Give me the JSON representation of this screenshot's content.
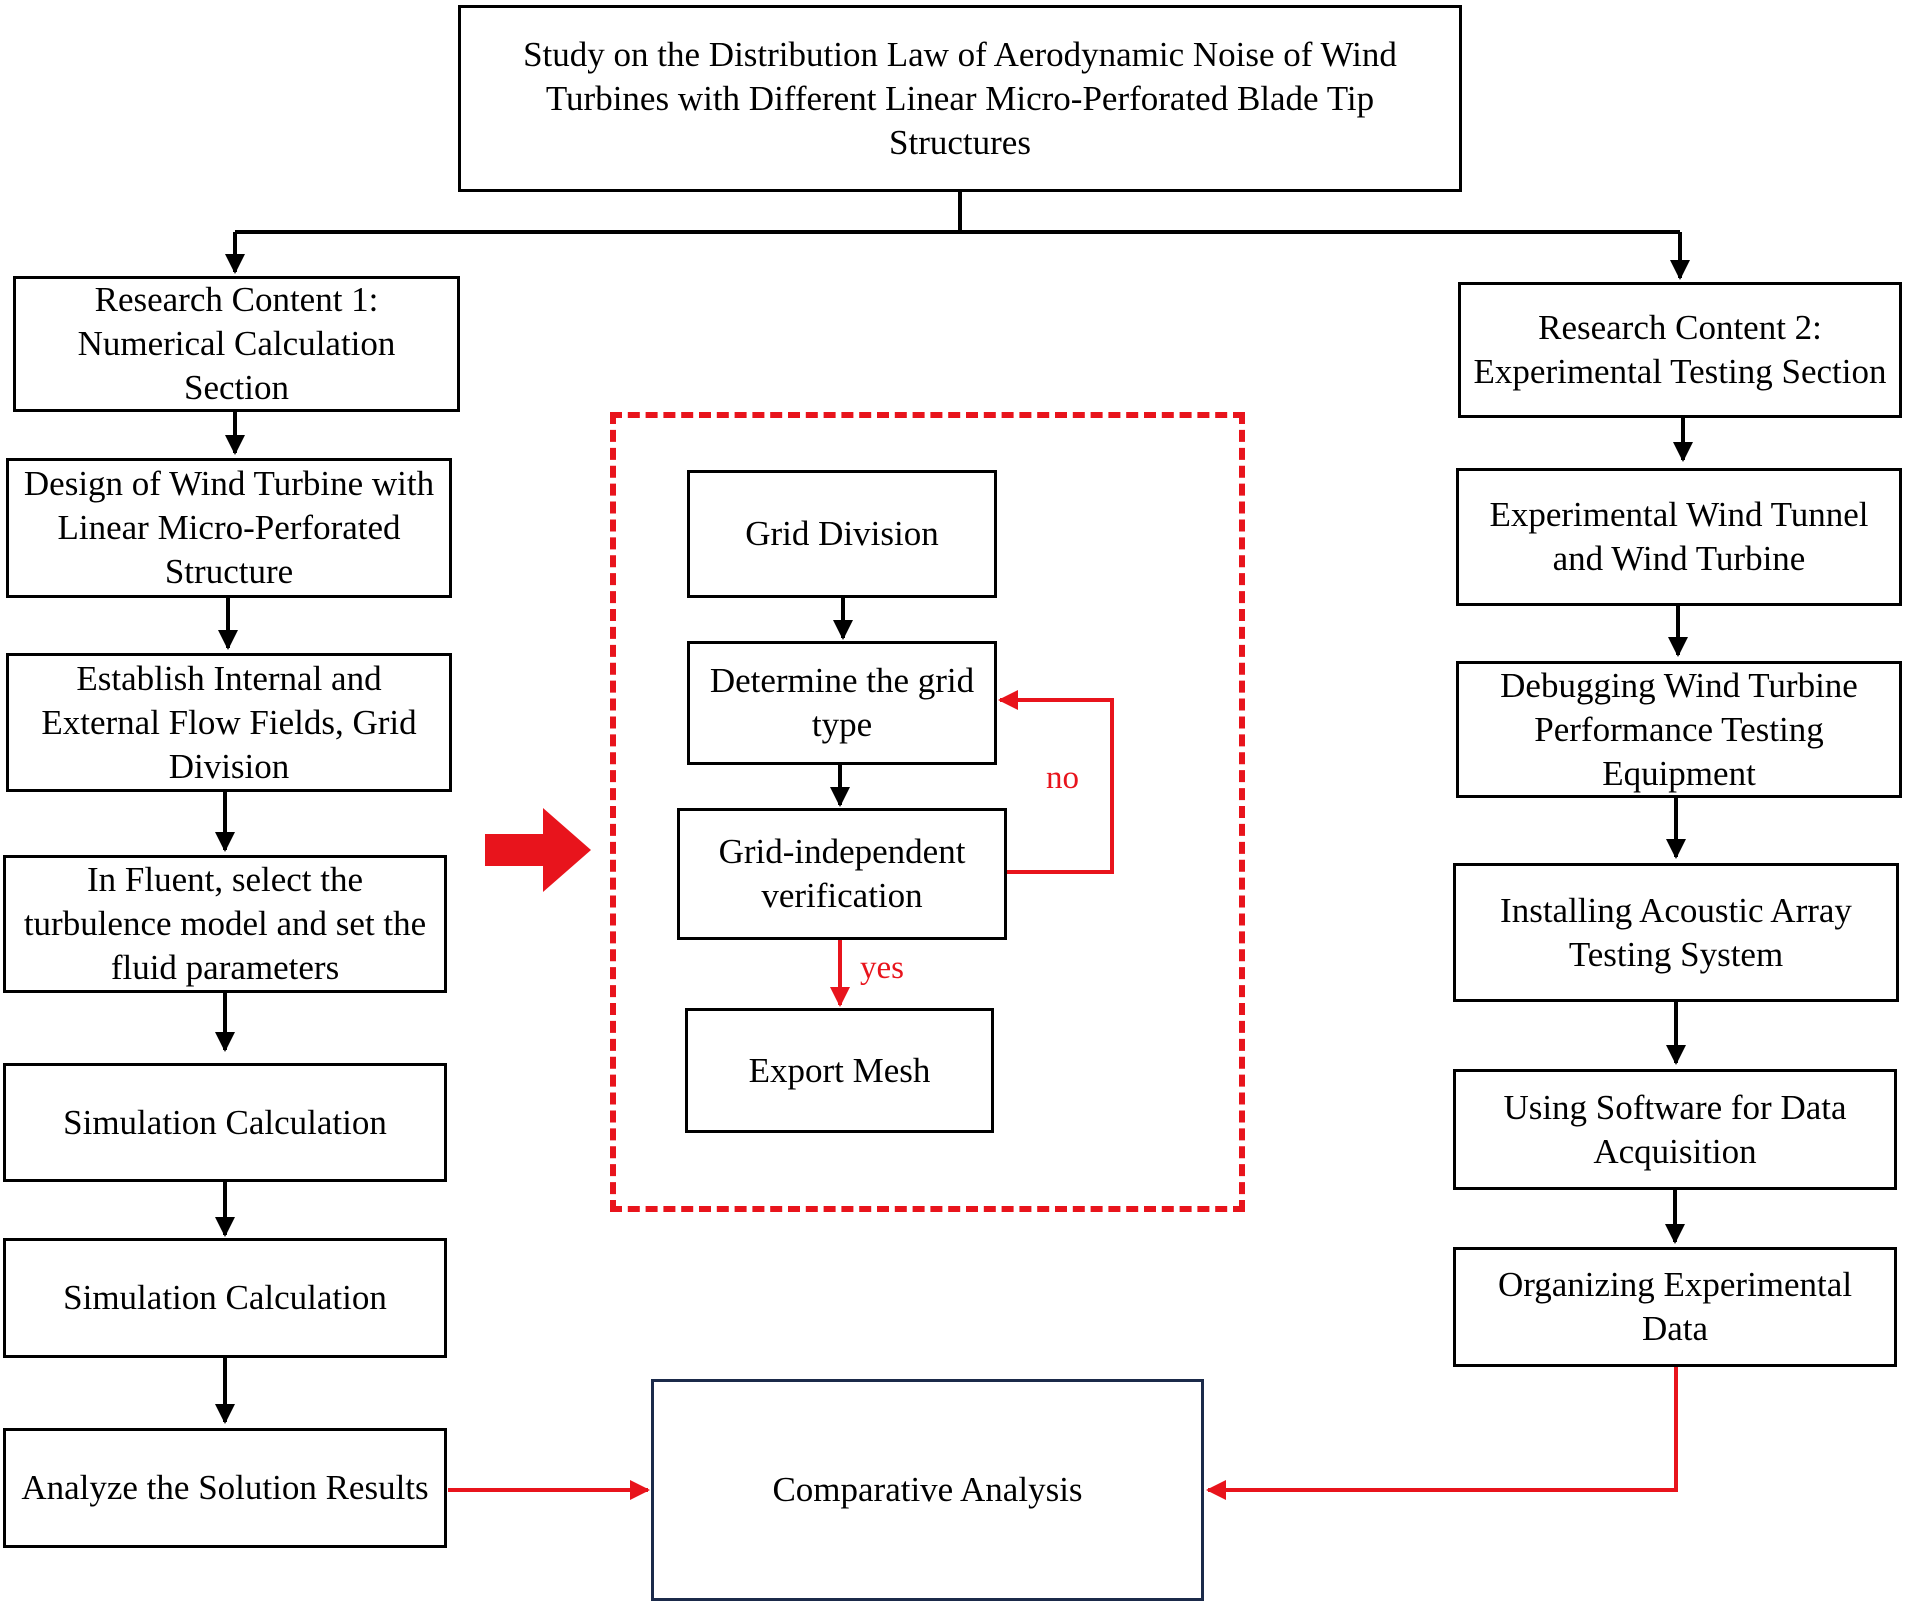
{
  "title": "Study on the Distribution  Law of Aerodynamic Noise of Wind Turbines with Different Linear Micro-Perforated Blade Tip Structures",
  "left_column": [
    "Research Content 1: Numerical Calculation Section",
    "Design of Wind Turbine with Linear Micro-Perforated Structure",
    "Establish Internal and External Flow Fields, Grid Division",
    "In Fluent, select the turbulence model and set the fluid  parameters",
    "Simulation  Calculation",
    "Simulation  Calculation",
    "Analyze the Solution Results"
  ],
  "grid_detail": {
    "steps": [
      "Grid Division",
      "Determine the grid type",
      "Grid-independent verification",
      "Export Mesh"
    ],
    "no_label": "no",
    "yes_label": "yes"
  },
  "right_column": [
    "Research Content 2: Experimental Testing Section",
    "Experimental Wind Tunnel and Wind Turbine",
    "Debugging  Wind Turbine Performance Testing Equipment",
    "Installing  Acoustic Array Testing System",
    "Using Software for Data Acquisition",
    "Organizing  Experimental Data"
  ],
  "comparative": "Comparative Analysis",
  "colors": {
    "line": "#000000",
    "accent": "#e8141c",
    "comparative_border": "#1b2a4a"
  }
}
